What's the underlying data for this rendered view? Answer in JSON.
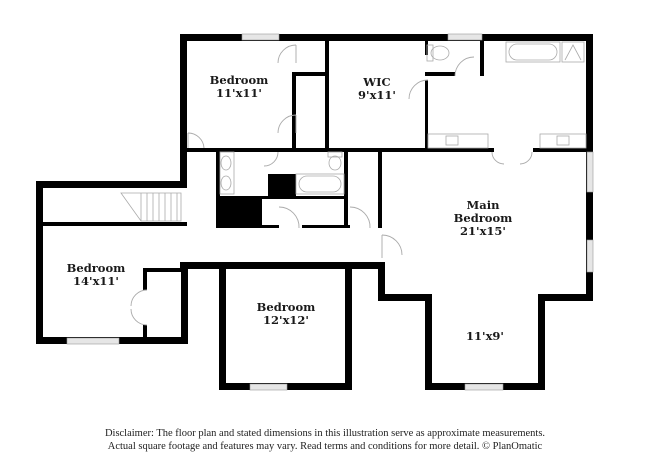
{
  "floor_plan": {
    "rooms": [
      {
        "id": "bedroom-nw",
        "name": "Bedroom",
        "dimensions": "11'x11'"
      },
      {
        "id": "wic",
        "name": "WIC",
        "dimensions": "9'x11'"
      },
      {
        "id": "bedroom-west",
        "name": "Bedroom",
        "dimensions": "14'x11'"
      },
      {
        "id": "bedroom-south",
        "name": "Bedroom",
        "dimensions": "12'x12'"
      },
      {
        "id": "main-bedroom",
        "name_line1": "Main",
        "name_line2": "Bedroom",
        "dimensions": "21'x15'"
      },
      {
        "id": "sitting-area",
        "dimensions": "11'x9'"
      }
    ],
    "fixtures": [
      "bathtub-main",
      "shower-main",
      "toilet-main",
      "sink-main-left",
      "sink-main-right",
      "hall-bath-sink-1",
      "hall-bath-sink-2",
      "hall-bath-toilet",
      "hall-bath-tub",
      "staircase"
    ],
    "colors": {
      "wall": "#000000",
      "fixture_line": "#b0b0b0",
      "window": "#e6e6e6",
      "background": "#ffffff"
    }
  },
  "disclaimer": {
    "line1": "Disclaimer: The floor plan and stated dimensions in this illustration serve as approximate measurements.",
    "line2": "Actual square footage and features may vary. Read terms and conditions for more detail. © PlanOmatic"
  }
}
